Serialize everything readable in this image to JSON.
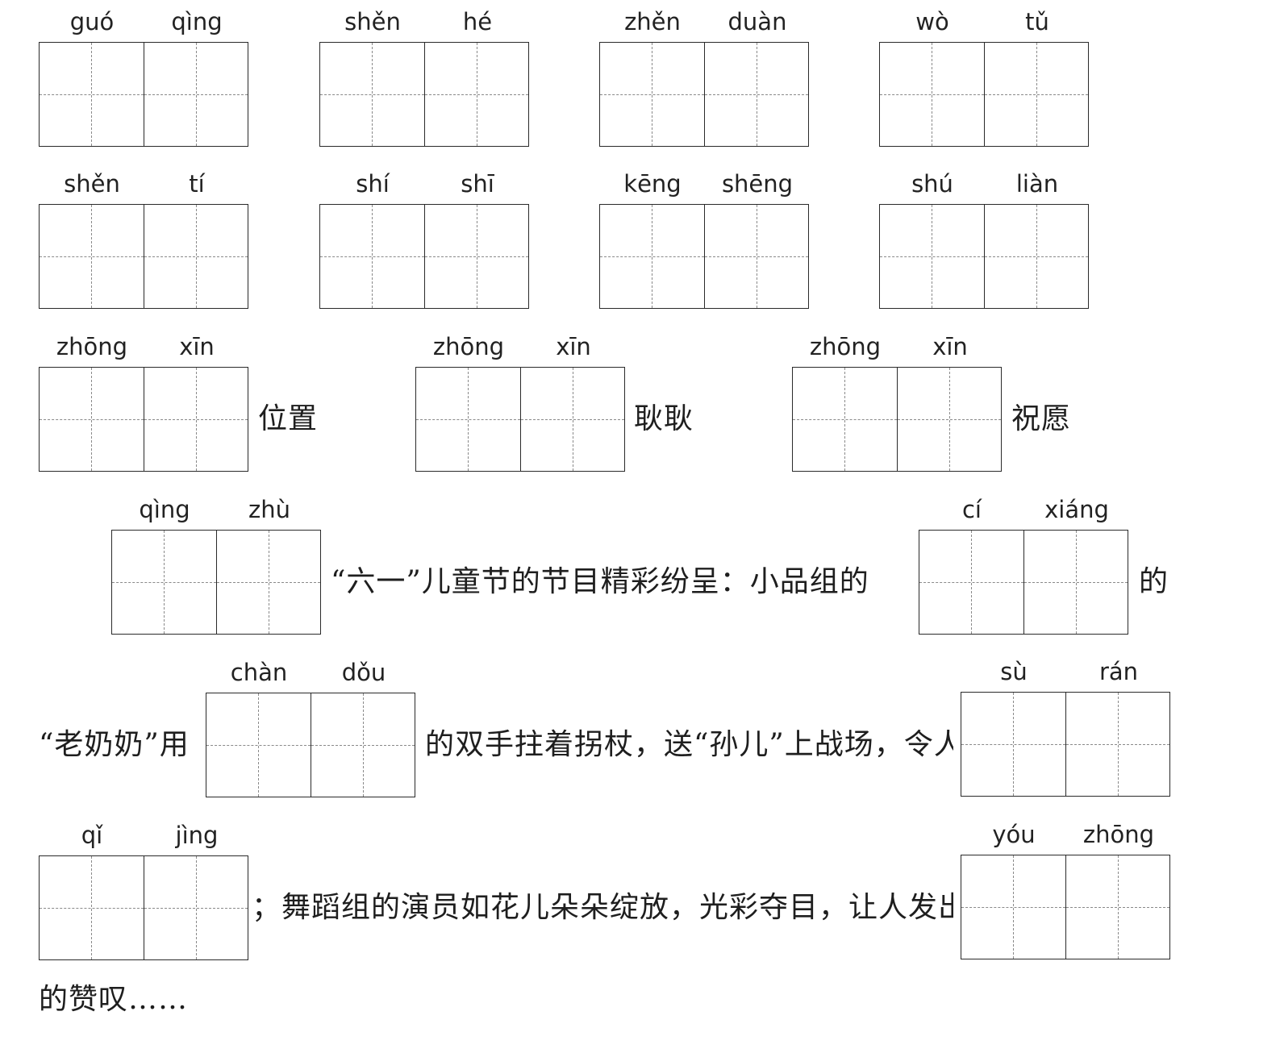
{
  "rows": {
    "r1": [
      {
        "py": [
          "guó",
          "qìng"
        ]
      },
      {
        "py": [
          "shěn",
          "hé"
        ]
      },
      {
        "py": [
          "zhěn",
          "duàn"
        ]
      },
      {
        "py": [
          "wò",
          "tǔ"
        ]
      }
    ],
    "r2": [
      {
        "py": [
          "shěn",
          "tí"
        ]
      },
      {
        "py": [
          "shí",
          "shī"
        ]
      },
      {
        "py": [
          "kēng",
          "shēng"
        ]
      },
      {
        "py": [
          "shú",
          "liàn"
        ]
      }
    ],
    "r3": [
      {
        "py": [
          "zhōng",
          "xīn"
        ],
        "after": "位置"
      },
      {
        "py": [
          "zhōng",
          "xīn"
        ],
        "after": "耿耿"
      },
      {
        "py": [
          "zhōng",
          "xīn"
        ],
        "after": "祝愿"
      }
    ]
  },
  "passage": {
    "box1": {
      "py": [
        "qìng",
        "zhù"
      ]
    },
    "text1": "“六一”儿童节的节目精彩纷呈：小品组的",
    "box2": {
      "py": [
        "cí",
        "xiáng"
      ]
    },
    "text2": "的",
    "text3": "“老奶奶”用",
    "box3": {
      "py": [
        "chàn",
        "dǒu"
      ]
    },
    "text4": "的双手拄着拐杖，送“孙儿”上战场，令人",
    "box4": {
      "py": [
        "sù",
        "rán"
      ]
    },
    "box5": {
      "py": [
        "qǐ",
        "jìng"
      ]
    },
    "text5": "；舞蹈组的演员如花儿朵朵绽放，光彩夺目，让人发出",
    "box6": {
      "py": [
        "yóu",
        "zhōng"
      ]
    },
    "text6": "的赞叹……"
  }
}
